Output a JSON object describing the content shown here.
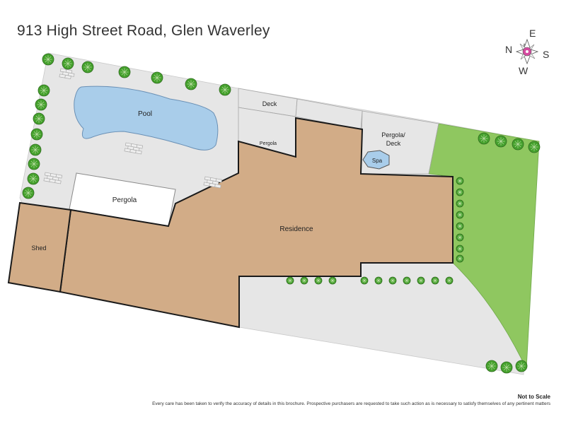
{
  "title": "913 High Street Road, Glen Waverley",
  "labels": {
    "pool": "Pool",
    "deck": "Deck",
    "pergola_small": "Pergola",
    "pergola_deck": [
      "Pergola/",
      "Deck"
    ],
    "spa": "Spa",
    "pergola": "Pergola",
    "residence": "Residence",
    "shed": "Shed"
  },
  "compass": {
    "north": "N",
    "east": "E",
    "south": "S",
    "west": "W",
    "accent": "#d64aa0"
  },
  "footer": {
    "scale_note": "Not to Scale",
    "disclaimer": "Every care has been taken to verify the accuracy of details in this brochure. Prospective purchasers are requested to take such action as is necessary to satisfy themselves of any pertinent matters"
  },
  "colors": {
    "paving": "#e6e6e6",
    "building": "#d2ac87",
    "lawn": "#8fc760",
    "pool": "#a9cdea",
    "hedge": "#45a12d",
    "outline": "#1a1a1a"
  }
}
